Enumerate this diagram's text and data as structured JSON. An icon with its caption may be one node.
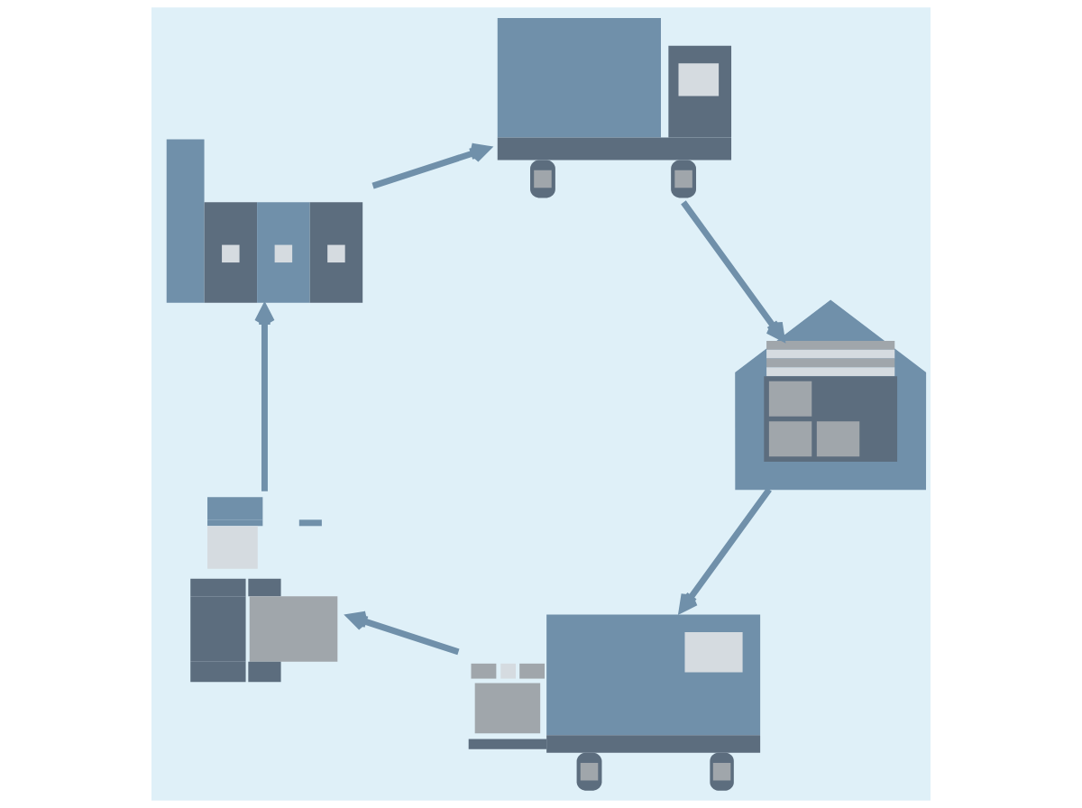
{
  "diagram": {
    "nodes": [
      {
        "text": [],
        "shape": "picture"
      },
      {
        "text": [],
        "shape": "picture"
      },
      {
        "text": [],
        "shape": "picture"
      },
      {
        "text": [],
        "shape": "picture"
      },
      {
        "text": [],
        "shape": "picture"
      }
    ],
    "edges": [
      {
        "from": 0,
        "to": 1,
        "arrow": "to"
      },
      {
        "from": 1,
        "to": 2,
        "arrow": "to"
      },
      {
        "from": 2,
        "to": 3,
        "arrow": "to"
      },
      {
        "from": 3,
        "to": 4,
        "arrow": "to"
      },
      {
        "from": 4,
        "to": 0,
        "arrow": "to"
      }
    ]
  }
}
